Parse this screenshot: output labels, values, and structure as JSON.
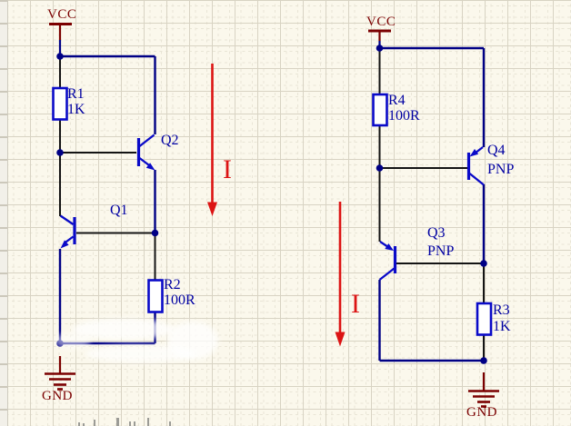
{
  "colors": {
    "background": "#FBF8EC",
    "grid_major": "#D8D3C3",
    "grid_minor": "#E9E5D6",
    "wire_navy": "#000085",
    "wire_black": "#141414",
    "device_blue": "#0A0AC8",
    "label_blue": "#0000A2",
    "power_red": "#7B0000",
    "arrow_red": "#DC1414",
    "resistor_fill": "#FFFFFF"
  },
  "left": {
    "power_net": "VCC",
    "ground_net": "GND",
    "current_label": "I",
    "r1": {
      "designator": "R1",
      "value": "1K"
    },
    "r2": {
      "designator": "R2",
      "value": "100R"
    },
    "q1": {
      "designator": "Q1"
    },
    "q2": {
      "designator": "Q2"
    }
  },
  "right": {
    "power_net": "VCC",
    "ground_net": "GND",
    "current_label": "I",
    "r4": {
      "designator": "R4",
      "value": "100R"
    },
    "r3": {
      "designator": "R3",
      "value": "1K"
    },
    "q4": {
      "designator": "Q4",
      "type": "PNP"
    },
    "q3": {
      "designator": "Q3",
      "type": "PNP"
    }
  }
}
